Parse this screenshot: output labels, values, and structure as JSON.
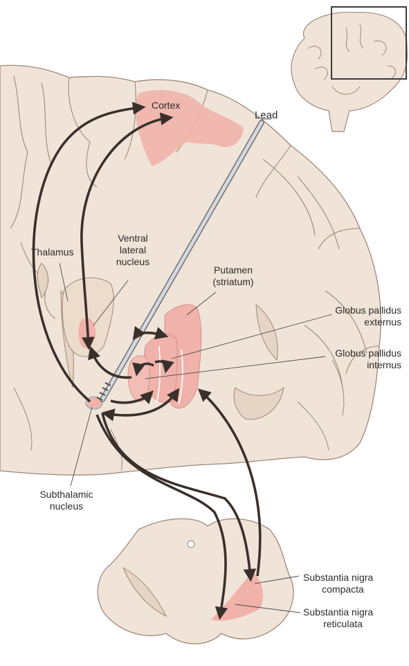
{
  "labels": {
    "cortex": "Cortex",
    "lead": "Lead",
    "thalamus": "Thalamus",
    "ventral_lateral": [
      "Ventral",
      "lateral",
      "nucleus"
    ],
    "putamen": [
      "Putamen",
      "(striatum)"
    ],
    "gp_externus": [
      "Globus pallidus",
      "externus"
    ],
    "gp_internus": [
      "Globus pallidus",
      "internus"
    ],
    "subthalamic": [
      "Subthalamic",
      "nucleus"
    ],
    "sn_compacta": [
      "Substantia nigra",
      "compacta"
    ],
    "sn_reticulata": [
      "Substantia nigra",
      "reticulata"
    ]
  },
  "colors": {
    "tissue": "#f0e4d8",
    "tissue_dark": "#e6d4c4",
    "outline": "#9c8778",
    "highlight": "#f0b2aa",
    "arrow": "#3a302b",
    "lead_fill": "#c9ccd0",
    "white_matter": "#f6ecdf"
  }
}
